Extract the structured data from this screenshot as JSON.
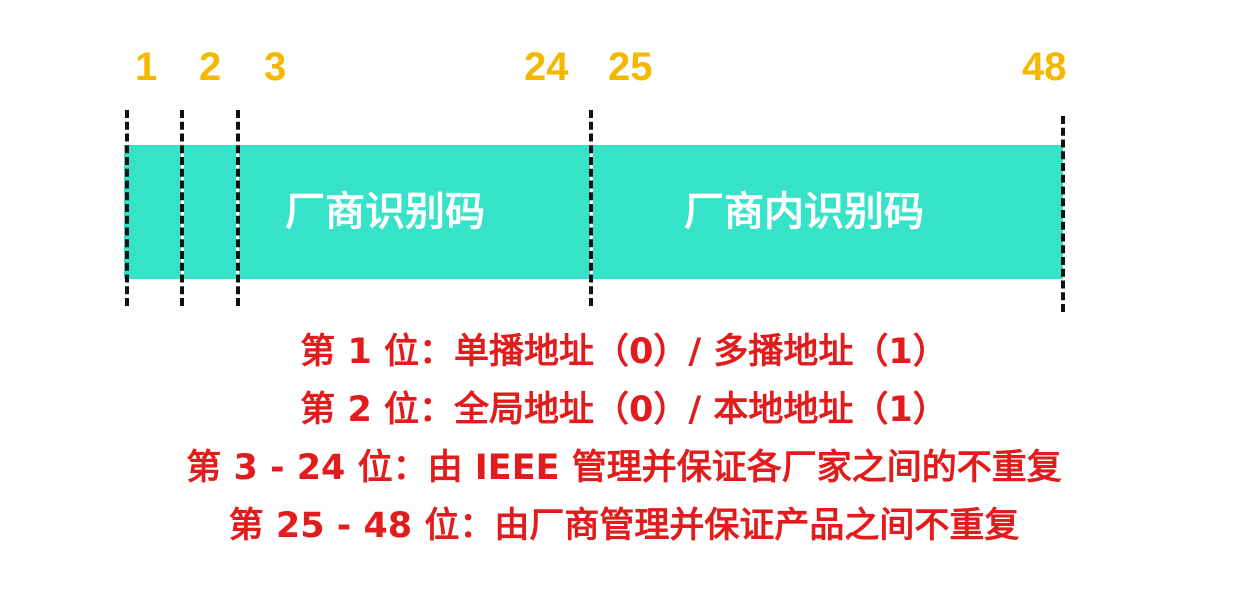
{
  "bit_labels": [
    "1",
    "2",
    "3",
    "24",
    "25",
    "48"
  ],
  "fields": {
    "oui_label": "厂商识别码",
    "nic_label": "厂商内识别码"
  },
  "descriptions": [
    "第 1 位：单播地址（0）/ 多播地址（1）",
    "第 2 位：全局地址（0）/ 本地地址（1）",
    "第 3 - 24 位：由 IEEE 管理并保证各厂家之间的不重复",
    "第 25 - 48 位：由厂商管理并保证产品之间不重复"
  ],
  "colors": {
    "bit_number": "#f5b800",
    "field_fill": "#36e2c8",
    "field_text": "#ffffff",
    "description": "#e21c1c",
    "tick": "#111111"
  }
}
